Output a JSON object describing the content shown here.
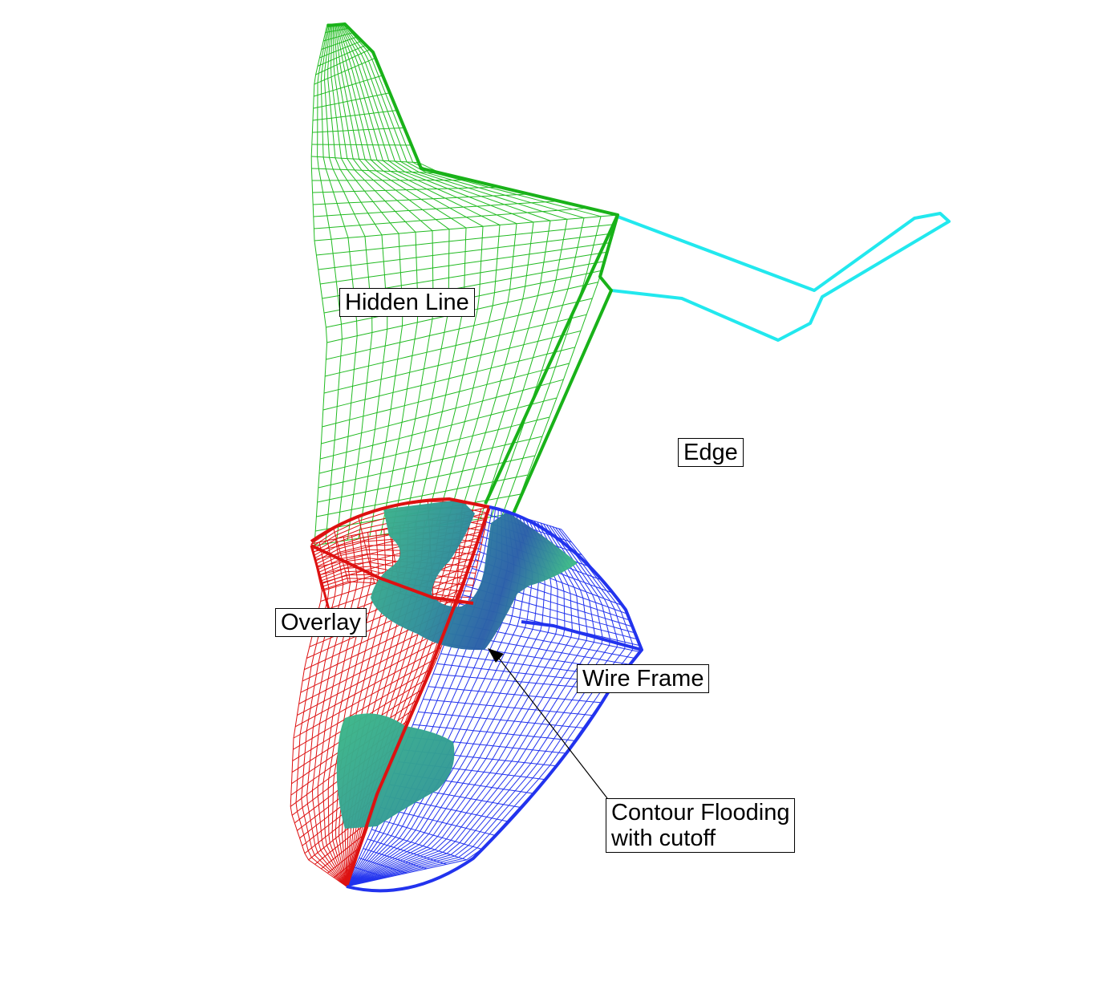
{
  "labels": {
    "hidden_line": "Hidden Line",
    "edge": "Edge",
    "overlay": "Overlay",
    "wire_frame": "Wire Frame",
    "contour_flooding": "Contour Flooding\nwith cutoff"
  },
  "colors": {
    "hidden_line_mesh": "#22bb22",
    "edge": "#22e8ee",
    "overlay_mesh": "#dd1111",
    "wire_frame_mesh": "#2233ee",
    "contour_flood_dark": "#2a5fa8",
    "contour_flood_light": "#3cb888"
  }
}
